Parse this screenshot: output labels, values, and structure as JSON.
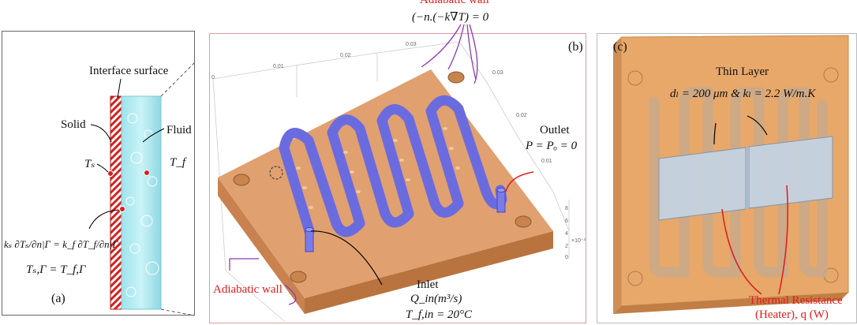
{
  "top": {
    "adiabatic_wall_title": "Adiabatic wall",
    "adiabatic_bc": "(−n.(−k∇T) = 0"
  },
  "panel_a": {
    "tag": "(a)",
    "interface_surface": "Interface surface",
    "solid": "Solid",
    "fluid": "Fluid",
    "Ts": "Tₛ",
    "Tf": "T_f",
    "flux_eq": "kₛ ∂Tₛ/∂n|Γ = k_f ∂T_f/∂n|Γ",
    "temp_eq": "Tₛ,Γ = T_f,Γ"
  },
  "panel_b": {
    "tag": "(b)",
    "outlet_label": "Outlet",
    "outlet_bc": "P = Pₒ = 0",
    "inlet_label": "Inlet",
    "inlet_flow": "Q_in(m³/s)",
    "inlet_temp": "T_f,in = 20°C",
    "adiabatic_wall": "Adiabatic wall",
    "axis_ticks_top": [
      "0",
      "0.01",
      "0.02",
      "0.03"
    ],
    "axis_ticks_right": [
      "0.03",
      "0.02",
      "0.01"
    ],
    "axis_ticks_z": [
      "0",
      "2",
      "4",
      "6",
      "8"
    ],
    "axis_unit": "×10⁻³"
  },
  "panel_c": {
    "tag": "(c)",
    "thin_layer": "Thin Layer",
    "thin_layer_props": "dₗ = 200 μm & kₗ = 2.2 W/m.K",
    "thermal_resistance": "Thermal Resistance",
    "heater": "(Heater), q (W)"
  },
  "colors": {
    "copper": "#d9915c",
    "channel": "#6b6be0",
    "red_text": "#e01b1b",
    "purple_arrow": "#8a3ab9"
  }
}
